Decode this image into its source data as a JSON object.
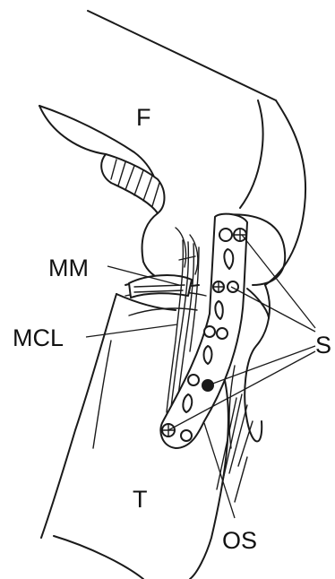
{
  "labels": {
    "femur": "F",
    "medial_meniscus": "MM",
    "medial_collateral_ligament": "MCL",
    "screws": "S",
    "tibia": "T",
    "osteotomy_plate": "OS"
  }
}
